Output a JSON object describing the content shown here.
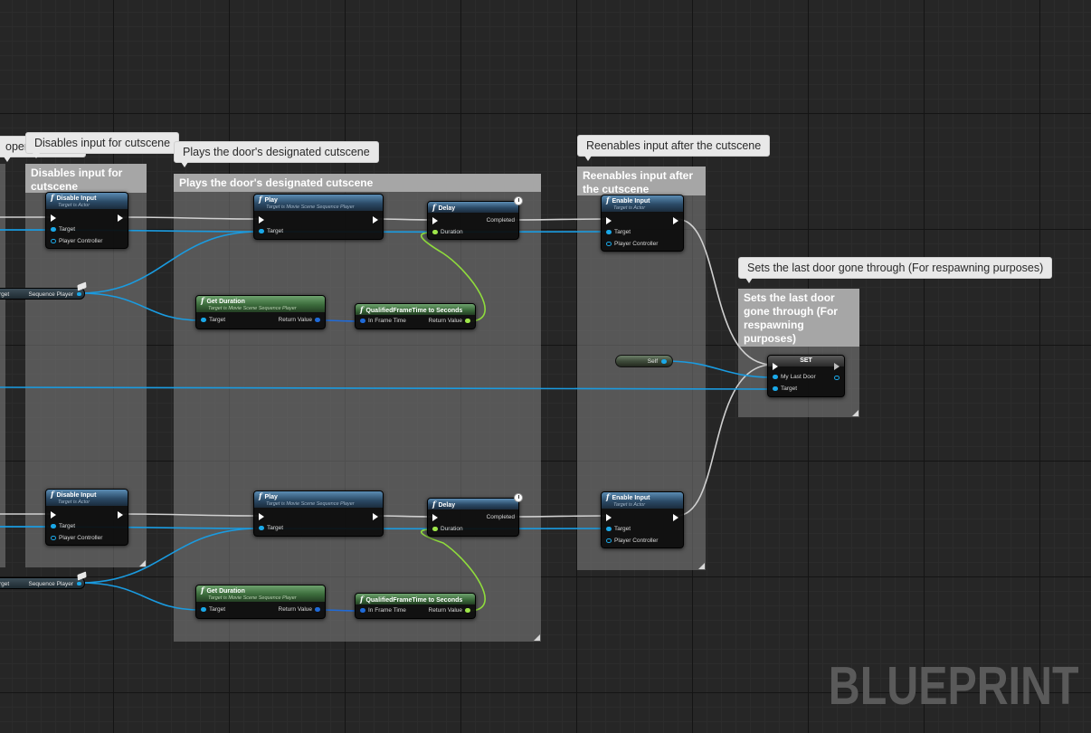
{
  "watermark": "BLUEPRINT",
  "comments": {
    "left_clip": {
      "bubble": "oper cutscene"
    },
    "disable_input": {
      "bubble": "Disables input for cutscene",
      "header": "Disables input for cutscene"
    },
    "play_cutscene": {
      "bubble": "Plays the door's designated cutscene",
      "header": "Plays the door's designated cutscene"
    },
    "reenable_input": {
      "bubble": "Reenables input after the cutscene",
      "header": "Reenables input after the cutscene"
    },
    "set_last_door": {
      "bubble": "Sets the last door gone through (For respawning purposes)",
      "header": "Sets the last door gone through (For respawning purposes)"
    }
  },
  "nodes": {
    "disable_input": {
      "title": "Disable Input",
      "subtitle": "Target is Actor",
      "pins": {
        "target": "Target",
        "controller": "Player Controller"
      }
    },
    "play": {
      "title": "Play",
      "subtitle": "Target is Movie Scene Sequence Player",
      "pins": {
        "target": "Target"
      }
    },
    "delay": {
      "title": "Delay",
      "pins": {
        "completed": "Completed",
        "duration": "Duration"
      }
    },
    "get_duration": {
      "title": "Get Duration",
      "subtitle": "Target is Movie Scene Sequence Player",
      "pins": {
        "target": "Target",
        "return": "Return Value"
      }
    },
    "qft_to_seconds": {
      "title": "QualifiedFrameTime to Seconds",
      "pins": {
        "in": "In Frame Time",
        "return": "Return Value"
      }
    },
    "enable_input": {
      "title": "Enable Input",
      "subtitle": "Target is Actor",
      "pins": {
        "target": "Target",
        "controller": "Player Controller"
      }
    },
    "set": {
      "title": "SET",
      "pins": {
        "my_last_door": "My Last Door",
        "target": "Target"
      }
    },
    "self": {
      "label": "Self"
    },
    "sequence_player": {
      "label": "Sequence Player",
      "left_clip": "rget"
    },
    "left_target": {
      "label": "rget"
    }
  },
  "fx_glyph": "f"
}
